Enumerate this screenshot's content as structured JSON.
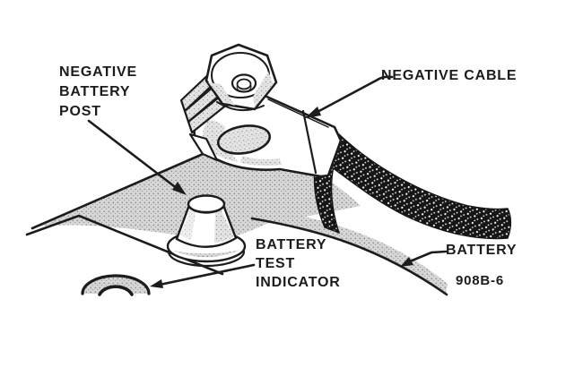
{
  "figure": {
    "background": "#ffffff",
    "ink": "#1c1c1c",
    "figure_number": "908B-6",
    "labels": {
      "negative_battery_post": [
        "NEGATIVE",
        "BATTERY",
        "POST"
      ],
      "negative_cable": "NEGATIVE CABLE",
      "battery_test_indicator": [
        "BATTERY",
        "TEST",
        "INDICATOR"
      ],
      "battery": "BATTERY"
    }
  }
}
